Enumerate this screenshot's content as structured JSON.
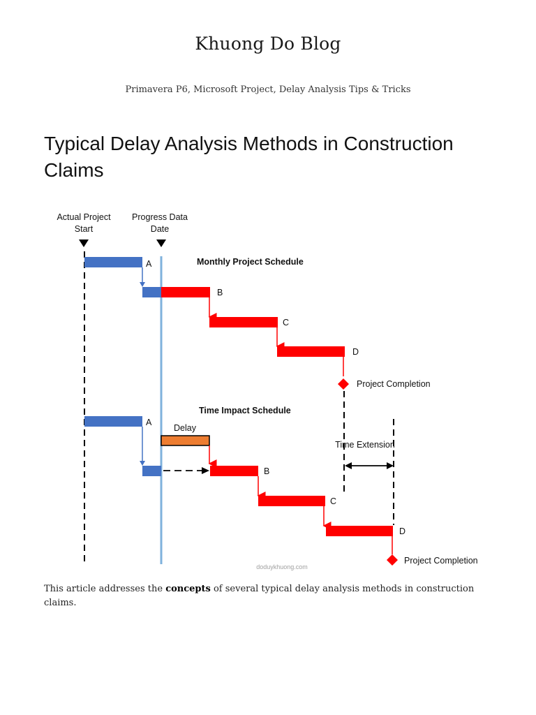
{
  "blog": {
    "title": "Khuong Do Blog",
    "tagline": "Primavera P6, Microsoft Project, Delay Analysis Tips & Tricks"
  },
  "article": {
    "title": "Typical Delay Analysis Methods in Construction Claims",
    "intro_before": "This article addresses the ",
    "intro_bold": "concepts",
    "intro_after": " of several typical delay analysis methods in construction claims."
  },
  "diagram": {
    "label_actual_start_1": "Actual Project",
    "label_actual_start_2": "Start",
    "label_data_date_1": "Progress Data",
    "label_data_date_2": "Date",
    "monthly_title": "Monthly Project Schedule",
    "impact_title": "Time Impact Schedule",
    "task_a": "A",
    "task_b": "B",
    "task_c": "C",
    "task_d": "D",
    "completion": "Project Completion",
    "delay": "Delay",
    "time_extension": "Time Extension",
    "watermark": "doduykhuong.com",
    "colors": {
      "actual": "#4472c4",
      "remaining": "#ff0000",
      "delay": "#ed7d31",
      "data_date_line": "#7fb2dc"
    }
  }
}
